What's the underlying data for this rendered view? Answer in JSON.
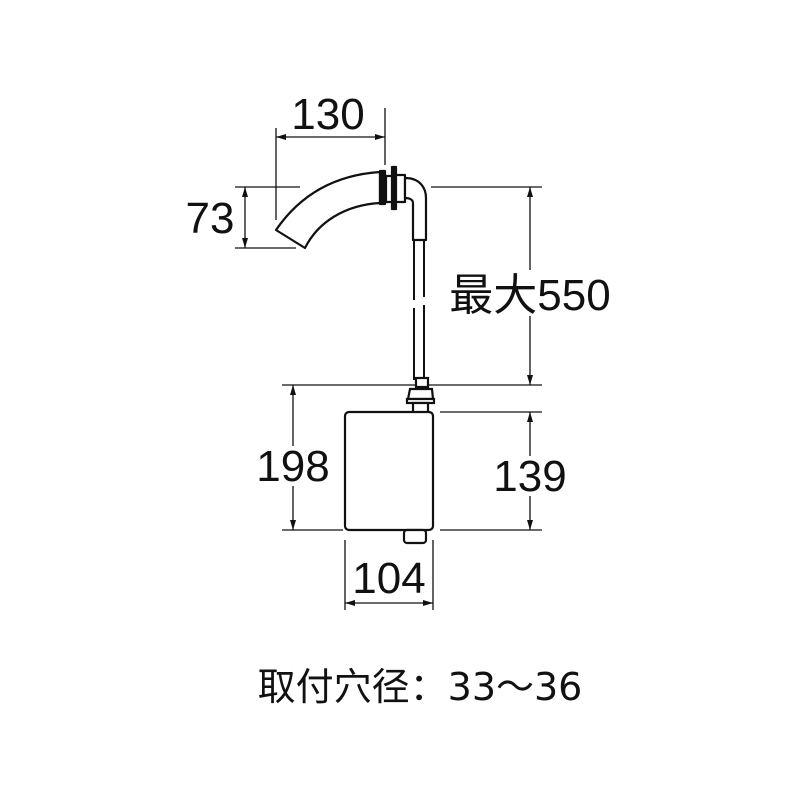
{
  "dimensions": {
    "spout_length": "130",
    "spout_height": "73",
    "max_hose": "最大550",
    "total_height": "198",
    "box_height": "139",
    "box_width": "104"
  },
  "caption": "取付穴径：33〜36"
}
